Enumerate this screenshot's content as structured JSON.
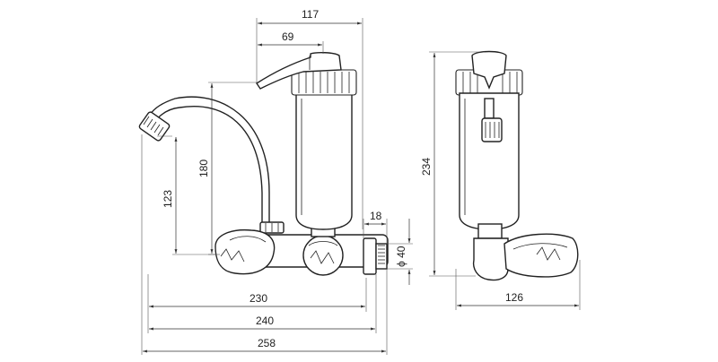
{
  "dimensions": {
    "d117": "117",
    "d69": "69",
    "d180": "180",
    "d123": "123",
    "d18": "18",
    "d40": "40",
    "diameter_symbol": "ϕ",
    "d230": "230",
    "d240": "240",
    "d258": "258",
    "d234": "234",
    "d126": "126"
  },
  "colors": {
    "line": "#222222",
    "background": "#ffffff"
  }
}
